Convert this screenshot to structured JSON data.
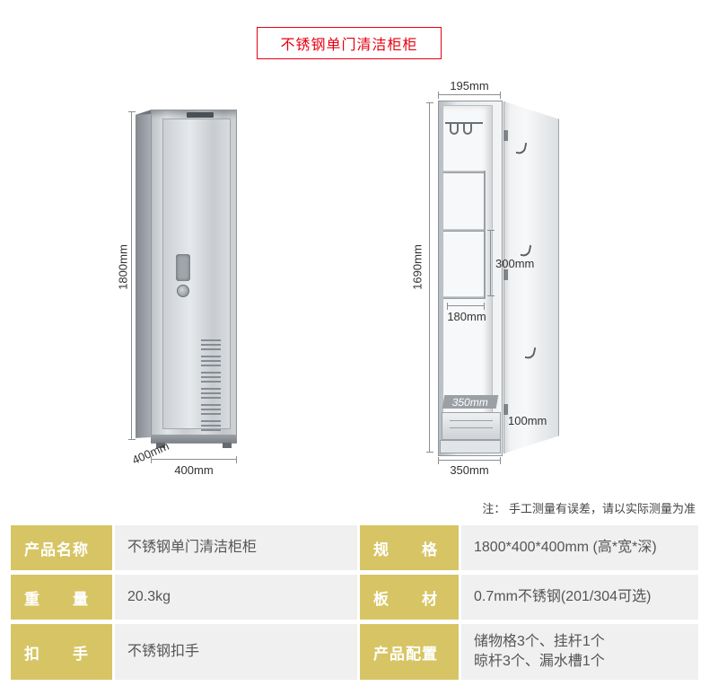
{
  "title": "不锈钢单门清洁柜柜",
  "note": "注： 手工测量有误差，请以实际测量为准",
  "dims": {
    "closed": {
      "height": "1800mm",
      "depth": "400mm",
      "width": "400mm"
    },
    "open": {
      "top": "195mm",
      "height": "1690mm",
      "shelf": "300mm",
      "shelf_depth": "180mm",
      "tray": "350mm",
      "drawer": "100mm",
      "width": "350mm"
    }
  },
  "spec_table": {
    "rows": [
      {
        "label1": "产品名称",
        "value1": "不锈钢单门清洁柜柜",
        "label2": "规　　格",
        "value2": "1800*400*400mm (高*宽*深)"
      },
      {
        "label1": "重　　量",
        "value1": "20.3kg",
        "label2": "板　　材",
        "value2": "0.7mm不锈钢(201/304可选)"
      },
      {
        "label1": "扣　　手",
        "value1": "不锈钢扣手",
        "label2": "产品配置",
        "value2": "储物格3个、挂杆1个\n晾杆3个、漏水槽1个"
      }
    ]
  },
  "colors": {
    "accent_red": "#e60012",
    "label_yellow": "#d7c565",
    "cell_gray": "#f0f0f1"
  }
}
